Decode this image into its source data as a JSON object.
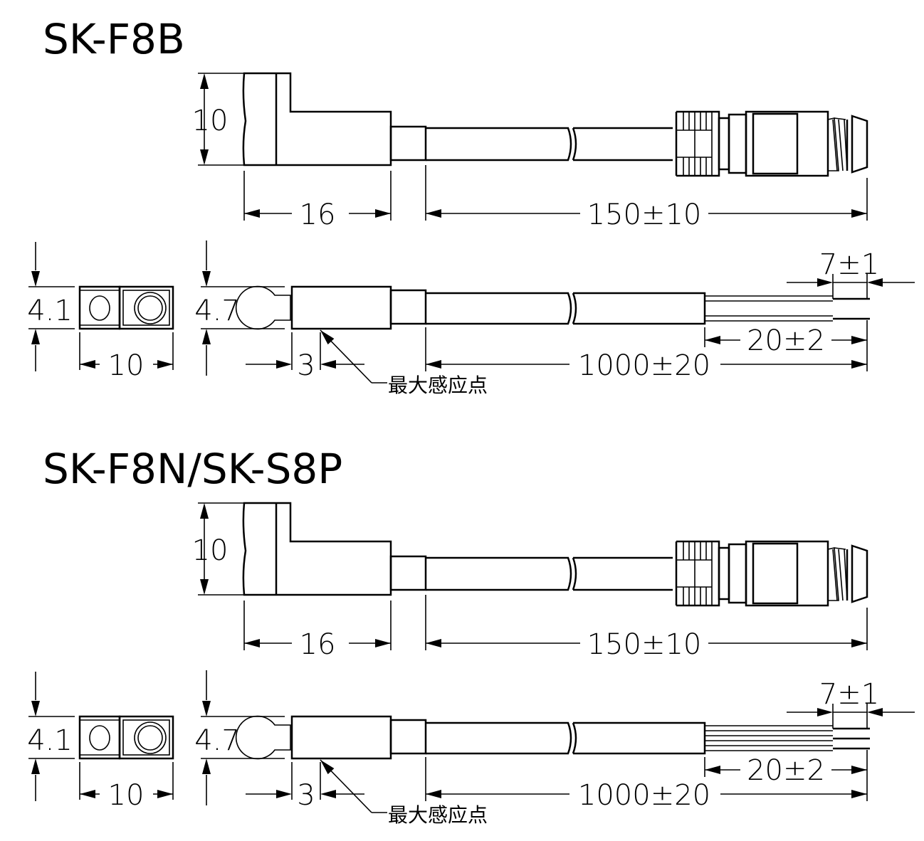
{
  "sections": [
    {
      "title": "SK-F8B",
      "wires": 2,
      "dims": {
        "height_top": "10",
        "body_length": "16",
        "pigtail_length": "150±10",
        "width_side": "4.1",
        "length_side": "10",
        "head_dia": "4.7",
        "sense_offset": "3",
        "strip_length": "7±1",
        "lead_length": "20±2",
        "cable_length": "1000±20"
      },
      "note": "最大感应点"
    },
    {
      "title": "SK-F8N/SK-S8P",
      "wires": 3,
      "dims": {
        "height_top": "10",
        "body_length": "16",
        "pigtail_length": "150±10",
        "width_side": "4.1",
        "length_side": "10",
        "head_dia": "4.7",
        "sense_offset": "3",
        "strip_length": "7±1",
        "lead_length": "20±2",
        "cable_length": "1000±20"
      },
      "note": "最大感应点"
    }
  ]
}
